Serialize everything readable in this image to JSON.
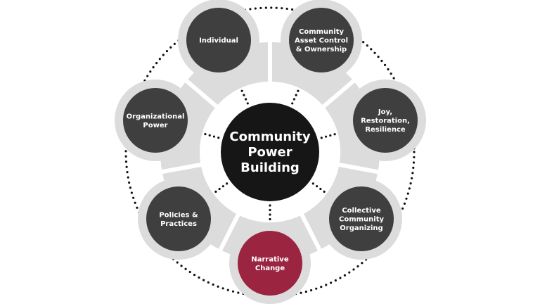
{
  "center": {
    "lines": [
      "Community",
      "Power",
      "Building"
    ]
  },
  "petals": [
    {
      "id": "individual",
      "lines": [
        "Individual"
      ],
      "color": "#3f3f3f"
    },
    {
      "id": "community-asset-control",
      "lines": [
        "Community",
        "Asset Control",
        "& Ownership"
      ],
      "color": "#3f3f3f"
    },
    {
      "id": "joy-restoration-resilience",
      "lines": [
        "Joy,",
        "Restoration,",
        "Resilience"
      ],
      "color": "#3f3f3f"
    },
    {
      "id": "collective-community-organizing",
      "lines": [
        "Collective",
        "Community",
        "Organizing"
      ],
      "color": "#3f3f3f"
    },
    {
      "id": "narrative-change",
      "lines": [
        "Narrative",
        "Change"
      ],
      "color": "#9b2540"
    },
    {
      "id": "policies-practices",
      "lines": [
        "Policies &",
        "Practices"
      ],
      "color": "#3f3f3f"
    },
    {
      "id": "organizational-power",
      "lines": [
        "Organizational",
        "Power"
      ],
      "color": "#3f3f3f"
    }
  ],
  "colors": {
    "ring": "#dcdcdc",
    "center": "#161616",
    "dots": "#111111"
  }
}
